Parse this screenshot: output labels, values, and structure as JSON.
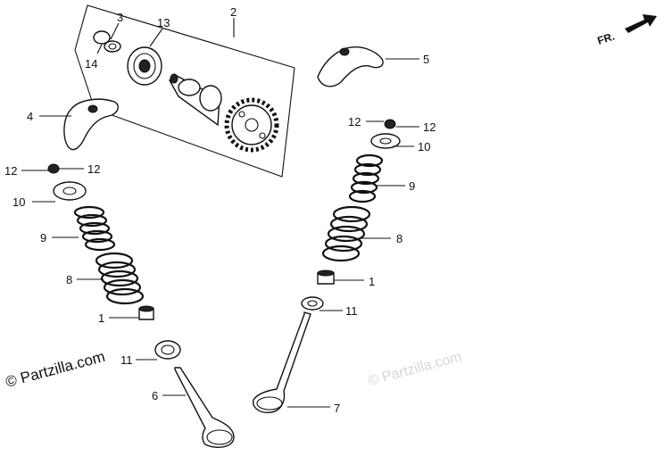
{
  "direction_label": "FR.",
  "watermark_main": "© Partzilla.com",
  "watermark_faint": "© Partzilla.com",
  "colors": {
    "ink": "#111111",
    "watermark_faint": "#d6d6d6",
    "background": "#ffffff"
  },
  "callouts": [
    {
      "label": "1"
    },
    {
      "label": "1"
    },
    {
      "label": "2"
    },
    {
      "label": "3"
    },
    {
      "label": "4"
    },
    {
      "label": "5"
    },
    {
      "label": "6"
    },
    {
      "label": "7"
    },
    {
      "label": "8"
    },
    {
      "label": "8"
    },
    {
      "label": "9"
    },
    {
      "label": "9"
    },
    {
      "label": "10"
    },
    {
      "label": "10"
    },
    {
      "label": "11"
    },
    {
      "label": "11"
    },
    {
      "label": "12"
    },
    {
      "label": "12"
    },
    {
      "label": "12"
    },
    {
      "label": "12"
    },
    {
      "label": "13"
    },
    {
      "label": "14"
    }
  ]
}
